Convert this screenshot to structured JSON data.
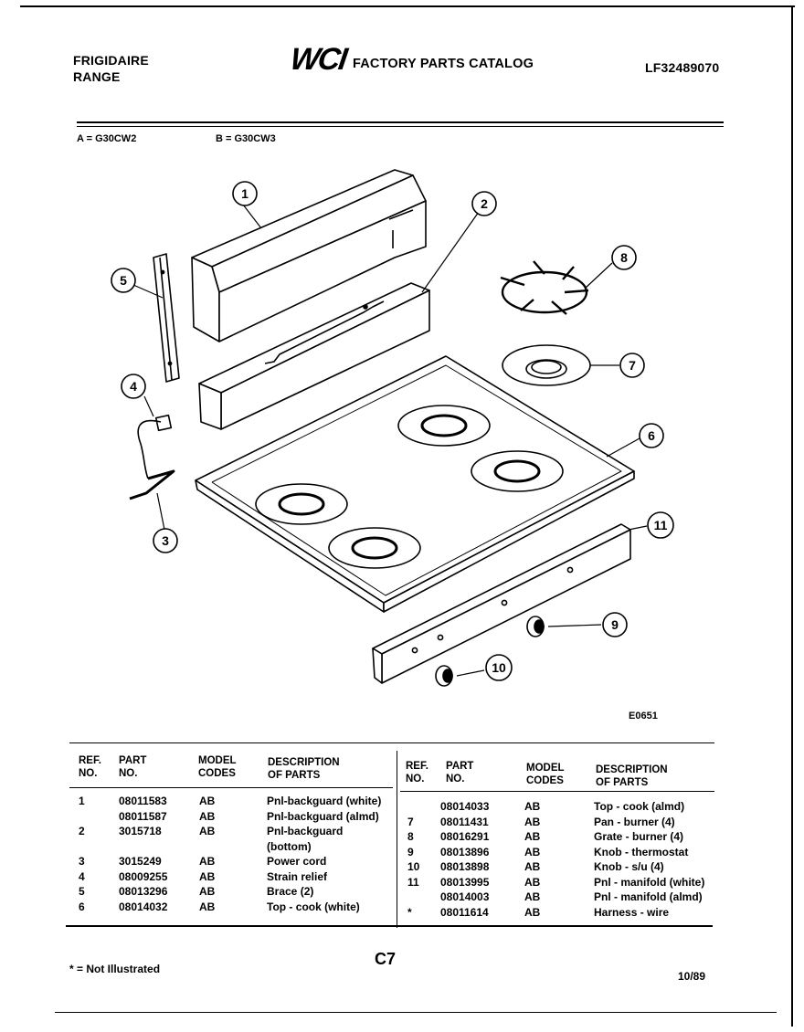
{
  "header": {
    "brand": "FRIGIDAIRE",
    "product": "RANGE",
    "logo": "WCI",
    "catalog_title": "FACTORY PARTS CATALOG",
    "catalog_number": "LF32489070"
  },
  "models": {
    "a": "A = G30CW2",
    "b": "B = G30CW3"
  },
  "diagram": {
    "code": "E0651",
    "callouts": [
      "1",
      "2",
      "3",
      "4",
      "5",
      "6",
      "7",
      "8",
      "9",
      "10",
      "11"
    ]
  },
  "table": {
    "headers": {
      "ref": "REF.",
      "no": "NO.",
      "part": "PART",
      "part_no": "NO.",
      "model": "MODEL",
      "codes": "CODES",
      "description": "DESCRIPTION",
      "of_parts": "OF PARTS"
    },
    "left_rows": [
      {
        "ref": "1",
        "part": "08011583",
        "codes": "AB",
        "desc": "Pnl-backguard (white)"
      },
      {
        "ref": "",
        "part": "08011587",
        "codes": "AB",
        "desc": "Pnl-backguard (almd)"
      },
      {
        "ref": "2",
        "part": "3015718",
        "codes": "AB",
        "desc": "Pnl-backguard"
      },
      {
        "ref": "",
        "part": "",
        "codes": "",
        "desc": "(bottom)"
      },
      {
        "ref": "3",
        "part": "3015249",
        "codes": "AB",
        "desc": "Power cord"
      },
      {
        "ref": "4",
        "part": "08009255",
        "codes": "AB",
        "desc": "Strain relief"
      },
      {
        "ref": "5",
        "part": "08013296",
        "codes": "AB",
        "desc": "Brace (2)"
      },
      {
        "ref": "6",
        "part": "08014032",
        "codes": "AB",
        "desc": "Top - cook  (white)"
      }
    ],
    "right_rows": [
      {
        "ref": "",
        "part": "08014033",
        "codes": "AB",
        "desc": "Top - cook (almd)"
      },
      {
        "ref": "7",
        "part": "08011431",
        "codes": "AB",
        "desc": "Pan - burner (4)"
      },
      {
        "ref": "8",
        "part": "08016291",
        "codes": "AB",
        "desc": "Grate - burner (4)"
      },
      {
        "ref": "9",
        "part": "08013896",
        "codes": "AB",
        "desc": "Knob - thermostat"
      },
      {
        "ref": "10",
        "part": "08013898",
        "codes": "AB",
        "desc": "Knob - s/u (4)"
      },
      {
        "ref": "11",
        "part": "08013995",
        "codes": "AB",
        "desc": "Pnl - manifold (white)"
      },
      {
        "ref": "",
        "part": "08014003",
        "codes": "AB",
        "desc": "Pnl - manifold (almd)"
      },
      {
        "ref": "*",
        "part": "08011614",
        "codes": "AB",
        "desc": "Harness - wire"
      }
    ]
  },
  "footer": {
    "note": "* = Not Illustrated",
    "page": "C7",
    "date": "10/89"
  }
}
